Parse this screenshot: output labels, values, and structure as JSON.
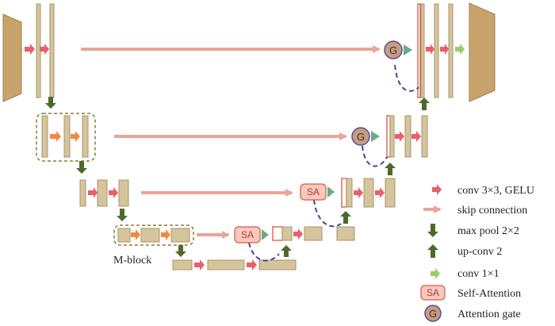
{
  "diagram": {
    "block_labels": {
      "sa": "SA",
      "gate": "G"
    },
    "mblock_label": "M-block",
    "colors": {
      "feature": "#d5c49c",
      "feature_stroke": "#a8956a",
      "input_image": "#c8a36a",
      "conv_arrow": "#e8606a",
      "mblock_arrow": "#f08a40",
      "skip": "#e9a59a",
      "down": "#4e6a2a",
      "up": "#4e6a2a",
      "final_conv": "#9acd6a",
      "sa_fill": "#f7c9bd",
      "sa_stroke": "#d9584a",
      "gate_fill": "#c89d7f",
      "gate_stroke": "#5a4aa0",
      "gate_tri": "#6aaa88",
      "dash": "#3a4a90",
      "highlight": "#e0503a"
    }
  },
  "legend": {
    "items": [
      {
        "icon": "conv-arrow",
        "label": "conv 3×3, GELU"
      },
      {
        "icon": "skip-arrow",
        "label": "skip connection"
      },
      {
        "icon": "down-arrow",
        "label": "max pool 2×2"
      },
      {
        "icon": "up-arrow",
        "label": "up-conv 2"
      },
      {
        "icon": "final-conv-arrow",
        "label": "conv 1×1"
      },
      {
        "icon": "sa-box",
        "label": "Self-Attention"
      },
      {
        "icon": "gate-circle",
        "label": "Attention gate"
      }
    ]
  }
}
